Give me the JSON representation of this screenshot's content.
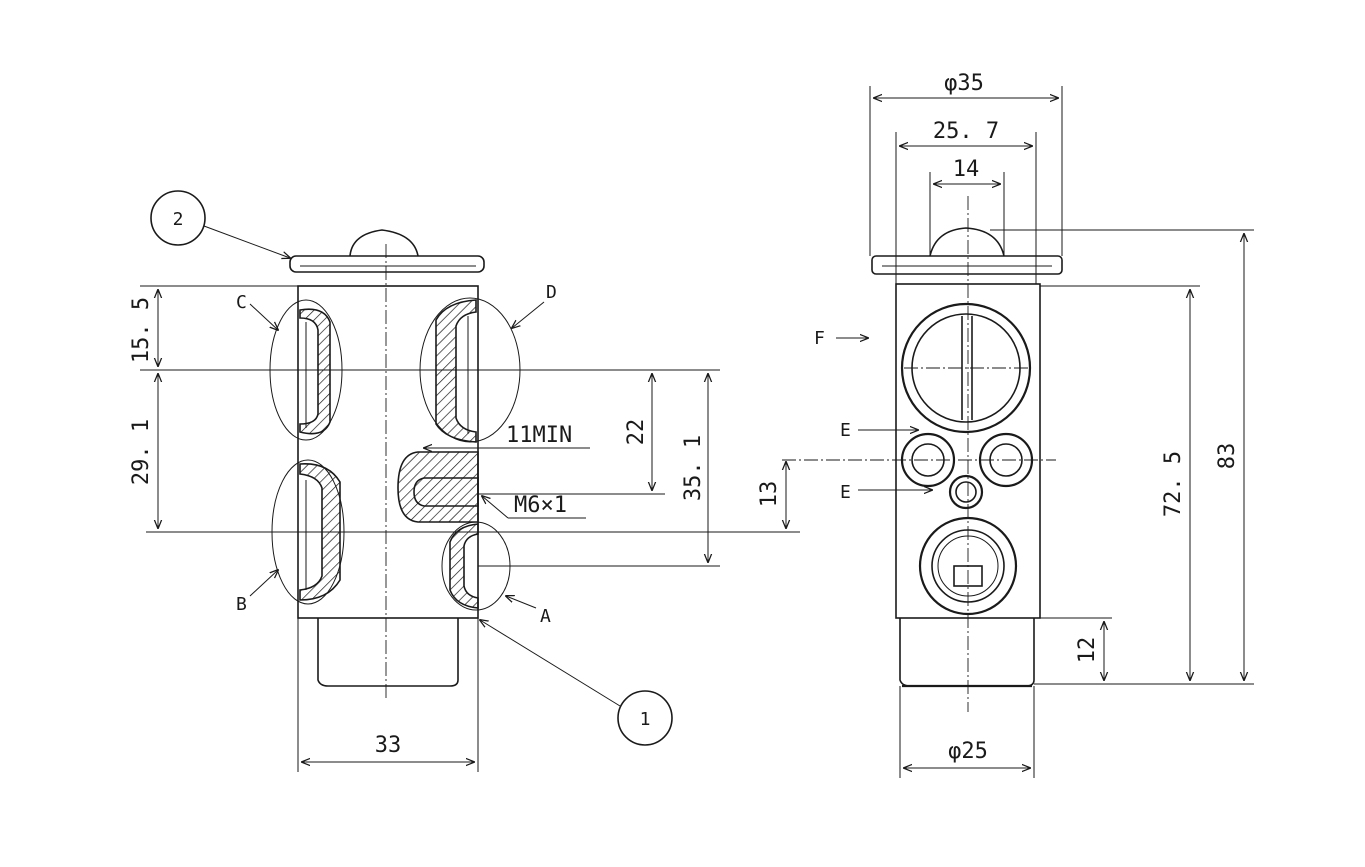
{
  "colors": {
    "ink": "#1a1a1a",
    "background": "#ffffff"
  },
  "side_view": {
    "callout_part_2": "2",
    "callout_part_1": "1",
    "label_a": "A",
    "label_b": "B",
    "label_c": "C",
    "label_d": "D",
    "dim_15_5": "15. 5",
    "dim_29_1": "29. 1",
    "dim_22": "22",
    "dim_35_1": "35. 1",
    "dim_13": "13",
    "dim_33": "33",
    "note_min": "11MIN",
    "note_thread": "M6×1"
  },
  "front_view": {
    "dim_dia_35": "φ35",
    "dim_25_7": "25. 7",
    "dim_14": "14",
    "dim_72_5": "72. 5",
    "dim_83": "83",
    "dim_12": "12",
    "dim_dia_25": "φ25",
    "label_f": "F",
    "label_e_upper": "E",
    "label_e_lower": "E"
  }
}
